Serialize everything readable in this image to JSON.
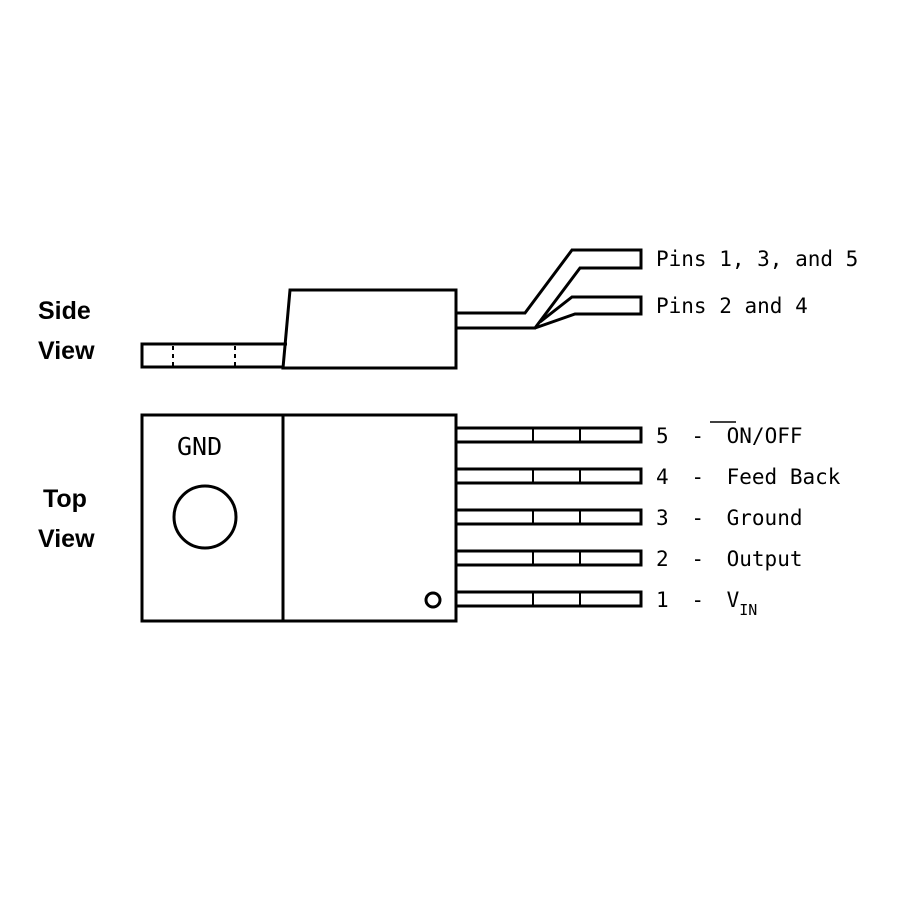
{
  "side_view": {
    "label_line1": "Side",
    "label_line2": "View",
    "leads": [
      {
        "label": "Pins 1, 3, and 5"
      },
      {
        "label": "Pins 2 and 4"
      }
    ]
  },
  "top_view": {
    "label_line1": "Top",
    "label_line2": "View",
    "tab_label": "GND",
    "pins": [
      {
        "number": "5",
        "dash": "-",
        "name_overline": "ON",
        "name_rest": "/OFF"
      },
      {
        "number": "4",
        "dash": "-",
        "name": "Feed Back"
      },
      {
        "number": "3",
        "dash": "-",
        "name": "Ground"
      },
      {
        "number": "2",
        "dash": "-",
        "name": "Output"
      },
      {
        "number": "1",
        "dash": "-",
        "name": "V",
        "name_sub": "IN"
      }
    ]
  }
}
